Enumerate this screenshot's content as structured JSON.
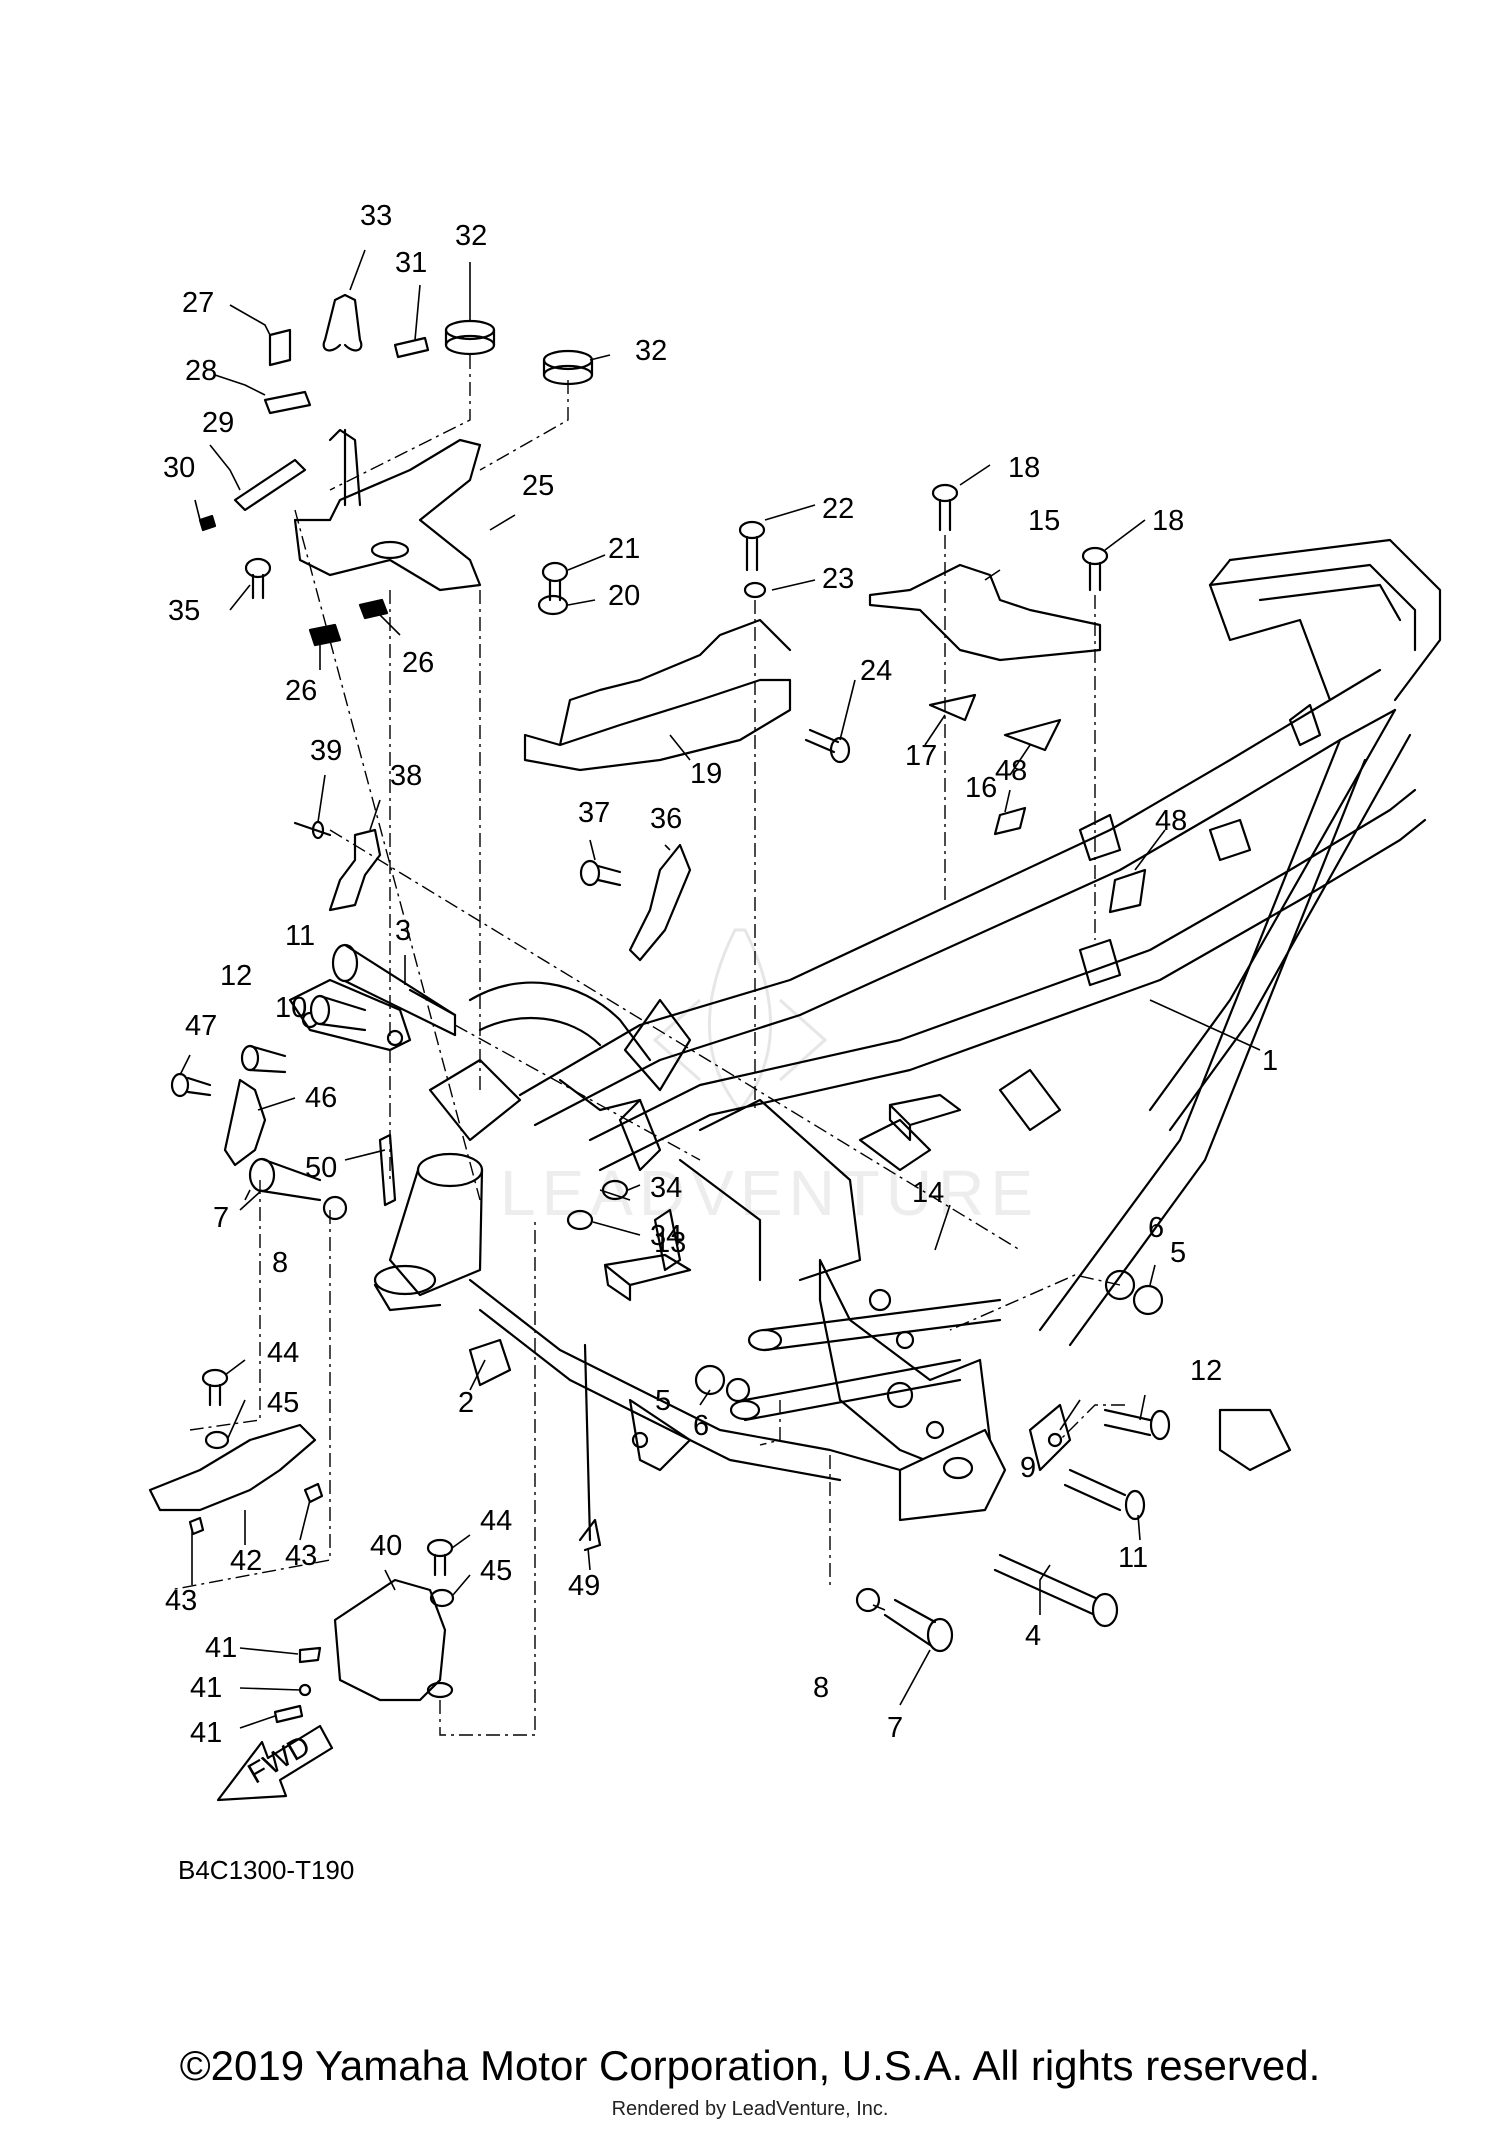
{
  "diagram": {
    "code": "B4C1300-T190",
    "fwd_label": "FWD",
    "watermark": "LEADVENTURE",
    "callouts": [
      "1",
      "2",
      "3",
      "4",
      "5",
      "5",
      "6",
      "6",
      "7",
      "7",
      "8",
      "8",
      "9",
      "10",
      "11",
      "11",
      "12",
      "12",
      "13",
      "14",
      "15",
      "16",
      "17",
      "18",
      "18",
      "19",
      "20",
      "21",
      "22",
      "23",
      "24",
      "25",
      "26",
      "26",
      "27",
      "28",
      "29",
      "30",
      "31",
      "32",
      "32",
      "33",
      "34",
      "34",
      "35",
      "36",
      "37",
      "38",
      "39",
      "40",
      "41",
      "41",
      "41",
      "42",
      "43",
      "43",
      "44",
      "44",
      "45",
      "45",
      "46",
      "47",
      "48",
      "48",
      "49",
      "50"
    ]
  },
  "footer": {
    "copyright": "©2019 Yamaha Motor Corporation, U.S.A. All rights reserved.",
    "rendered_by": "Rendered by LeadVenture, Inc."
  }
}
